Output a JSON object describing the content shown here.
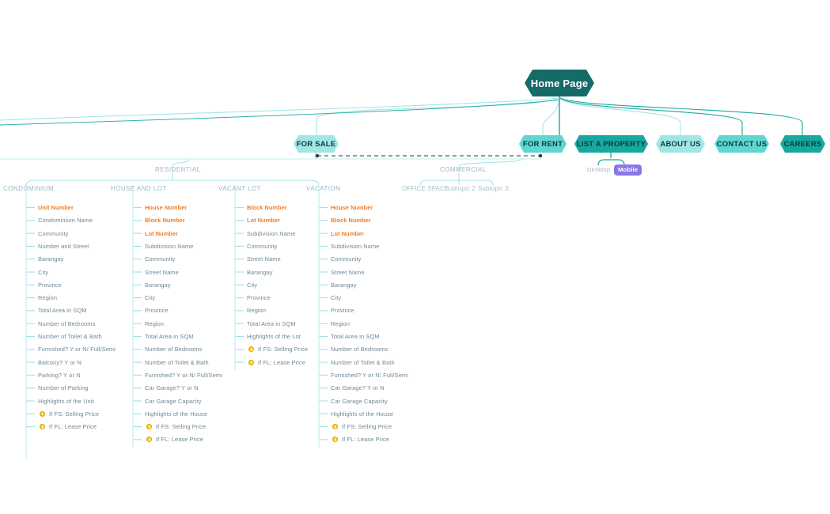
{
  "colors": {
    "home_fill": "#156b67",
    "node_dark": "#17a8a0",
    "node_light": "#9fe6e4",
    "node_mid": "#7fdedb",
    "wire_light": "#a5e5e6",
    "wire_dark": "#17a8a0",
    "leaf_text": "#6f8794",
    "highlight": "#f47b20",
    "branch_label": "#9fb6c4",
    "coin": "#f5c518",
    "pill": "#8b77e8"
  },
  "root": {
    "label": "Home Page"
  },
  "top_nodes": [
    {
      "label": "FOR SALE",
      "tone": "light"
    },
    {
      "label": "FOR RENT",
      "tone": "mid"
    },
    {
      "label": "LIST A PROPERTY",
      "tone": "dark"
    },
    {
      "label": "ABOUT US",
      "tone": "light"
    },
    {
      "label": "CONTACT US",
      "tone": "mid"
    },
    {
      "label": "CAREERS",
      "tone": "dark"
    }
  ],
  "list_property_children": [
    {
      "label": "Desktop",
      "style": "plain"
    },
    {
      "label": "Mobile",
      "style": "pill"
    }
  ],
  "branches": [
    {
      "label": "RESIDENTIAL"
    },
    {
      "label": "COMMERCIAL"
    }
  ],
  "commercial_children": [
    {
      "label": "OFFICE SPACE"
    },
    {
      "label": "Subtopic 2"
    },
    {
      "label": "Subtopic 3"
    }
  ],
  "categories": [
    {
      "label": "CONDOMINIUM",
      "items": [
        {
          "text": "Unit Number",
          "highlight": true
        },
        {
          "text": "Condominium Name",
          "highlight": false
        },
        {
          "text": "Community",
          "highlight": false
        },
        {
          "text": "Number and Street",
          "highlight": false
        },
        {
          "text": "Barangay",
          "highlight": false
        },
        {
          "text": "City",
          "highlight": false
        },
        {
          "text": "Province",
          "highlight": false
        },
        {
          "text": "Region",
          "highlight": false
        },
        {
          "text": "Total Area in SQM",
          "highlight": false
        },
        {
          "text": "Number of Bedrooms",
          "highlight": false
        },
        {
          "text": "Number of Toilet & Bath",
          "highlight": false
        },
        {
          "text": "Furnished? Y or N/ Full/Semi",
          "highlight": false
        },
        {
          "text": "Balcony? Y or N",
          "highlight": false
        },
        {
          "text": "Parking? Y or N",
          "highlight": false
        },
        {
          "text": "Number of Parking",
          "highlight": false
        },
        {
          "text": "Highlights of the Unit",
          "highlight": false
        },
        {
          "text": "If FS: Selling Price",
          "highlight": false,
          "coin": true
        },
        {
          "text": "If FL: Lease Price",
          "highlight": false,
          "coin": true
        }
      ]
    },
    {
      "label": "HOUSE AND LOT",
      "items": [
        {
          "text": "House Number",
          "highlight": true
        },
        {
          "text": "Block Number",
          "highlight": true
        },
        {
          "text": "Lot Number",
          "highlight": true
        },
        {
          "text": "Subdivision Name",
          "highlight": false
        },
        {
          "text": "Community",
          "highlight": false
        },
        {
          "text": "Street Name",
          "highlight": false
        },
        {
          "text": "Barangay",
          "highlight": false
        },
        {
          "text": "City",
          "highlight": false
        },
        {
          "text": "Province",
          "highlight": false
        },
        {
          "text": "Region",
          "highlight": false
        },
        {
          "text": "Total Area in SQM",
          "highlight": false
        },
        {
          "text": "Number of Bedrooms",
          "highlight": false
        },
        {
          "text": "Number of Toilet & Bath",
          "highlight": false
        },
        {
          "text": "Furnished? Y or N/ Full/Semi",
          "highlight": false
        },
        {
          "text": "Car Garage? Y or N",
          "highlight": false
        },
        {
          "text": "Car Garage Capacity",
          "highlight": false
        },
        {
          "text": "Highlights of the House",
          "highlight": false
        },
        {
          "text": "If FS: Selling Price",
          "highlight": false,
          "coin": true
        },
        {
          "text": "If FL: Lease Price",
          "highlight": false,
          "coin": true
        }
      ]
    },
    {
      "label": "VACANT LOT",
      "items": [
        {
          "text": "Block Number",
          "highlight": true
        },
        {
          "text": "Lot Number",
          "highlight": true
        },
        {
          "text": "Subdivision Name",
          "highlight": false
        },
        {
          "text": "Community",
          "highlight": false
        },
        {
          "text": "Street Name",
          "highlight": false
        },
        {
          "text": "Barangay",
          "highlight": false
        },
        {
          "text": "City",
          "highlight": false
        },
        {
          "text": "Province",
          "highlight": false
        },
        {
          "text": "Region",
          "highlight": false
        },
        {
          "text": "Total Area in SQM",
          "highlight": false
        },
        {
          "text": "Highlights of the Lot",
          "highlight": false
        },
        {
          "text": "If FS: Selling Price",
          "highlight": false,
          "coin": true
        },
        {
          "text": "If FL: Lease Price",
          "highlight": false,
          "coin": true
        }
      ]
    },
    {
      "label": "VACATION",
      "items": [
        {
          "text": "House Number",
          "highlight": true
        },
        {
          "text": "Block Number",
          "highlight": true
        },
        {
          "text": "Lot Number",
          "highlight": true
        },
        {
          "text": "Subdivision Name",
          "highlight": false
        },
        {
          "text": "Community",
          "highlight": false
        },
        {
          "text": "Street Name",
          "highlight": false
        },
        {
          "text": "Barangay",
          "highlight": false
        },
        {
          "text": "City",
          "highlight": false
        },
        {
          "text": "Province",
          "highlight": false
        },
        {
          "text": "Region",
          "highlight": false
        },
        {
          "text": "Total Area in SQM",
          "highlight": false
        },
        {
          "text": "Number of Bedrooms",
          "highlight": false
        },
        {
          "text": "Number of Toilet & Bath",
          "highlight": false
        },
        {
          "text": "Furnished? Y or N/ Full/Semi",
          "highlight": false
        },
        {
          "text": "Car Garage? Y or N",
          "highlight": false
        },
        {
          "text": "Car Garage Capacity",
          "highlight": false
        },
        {
          "text": "Highlights of the House",
          "highlight": false
        },
        {
          "text": "If FS: Selling Price",
          "highlight": false,
          "coin": true
        },
        {
          "text": "If FL: Lease Price",
          "highlight": false,
          "coin": true
        }
      ]
    }
  ]
}
